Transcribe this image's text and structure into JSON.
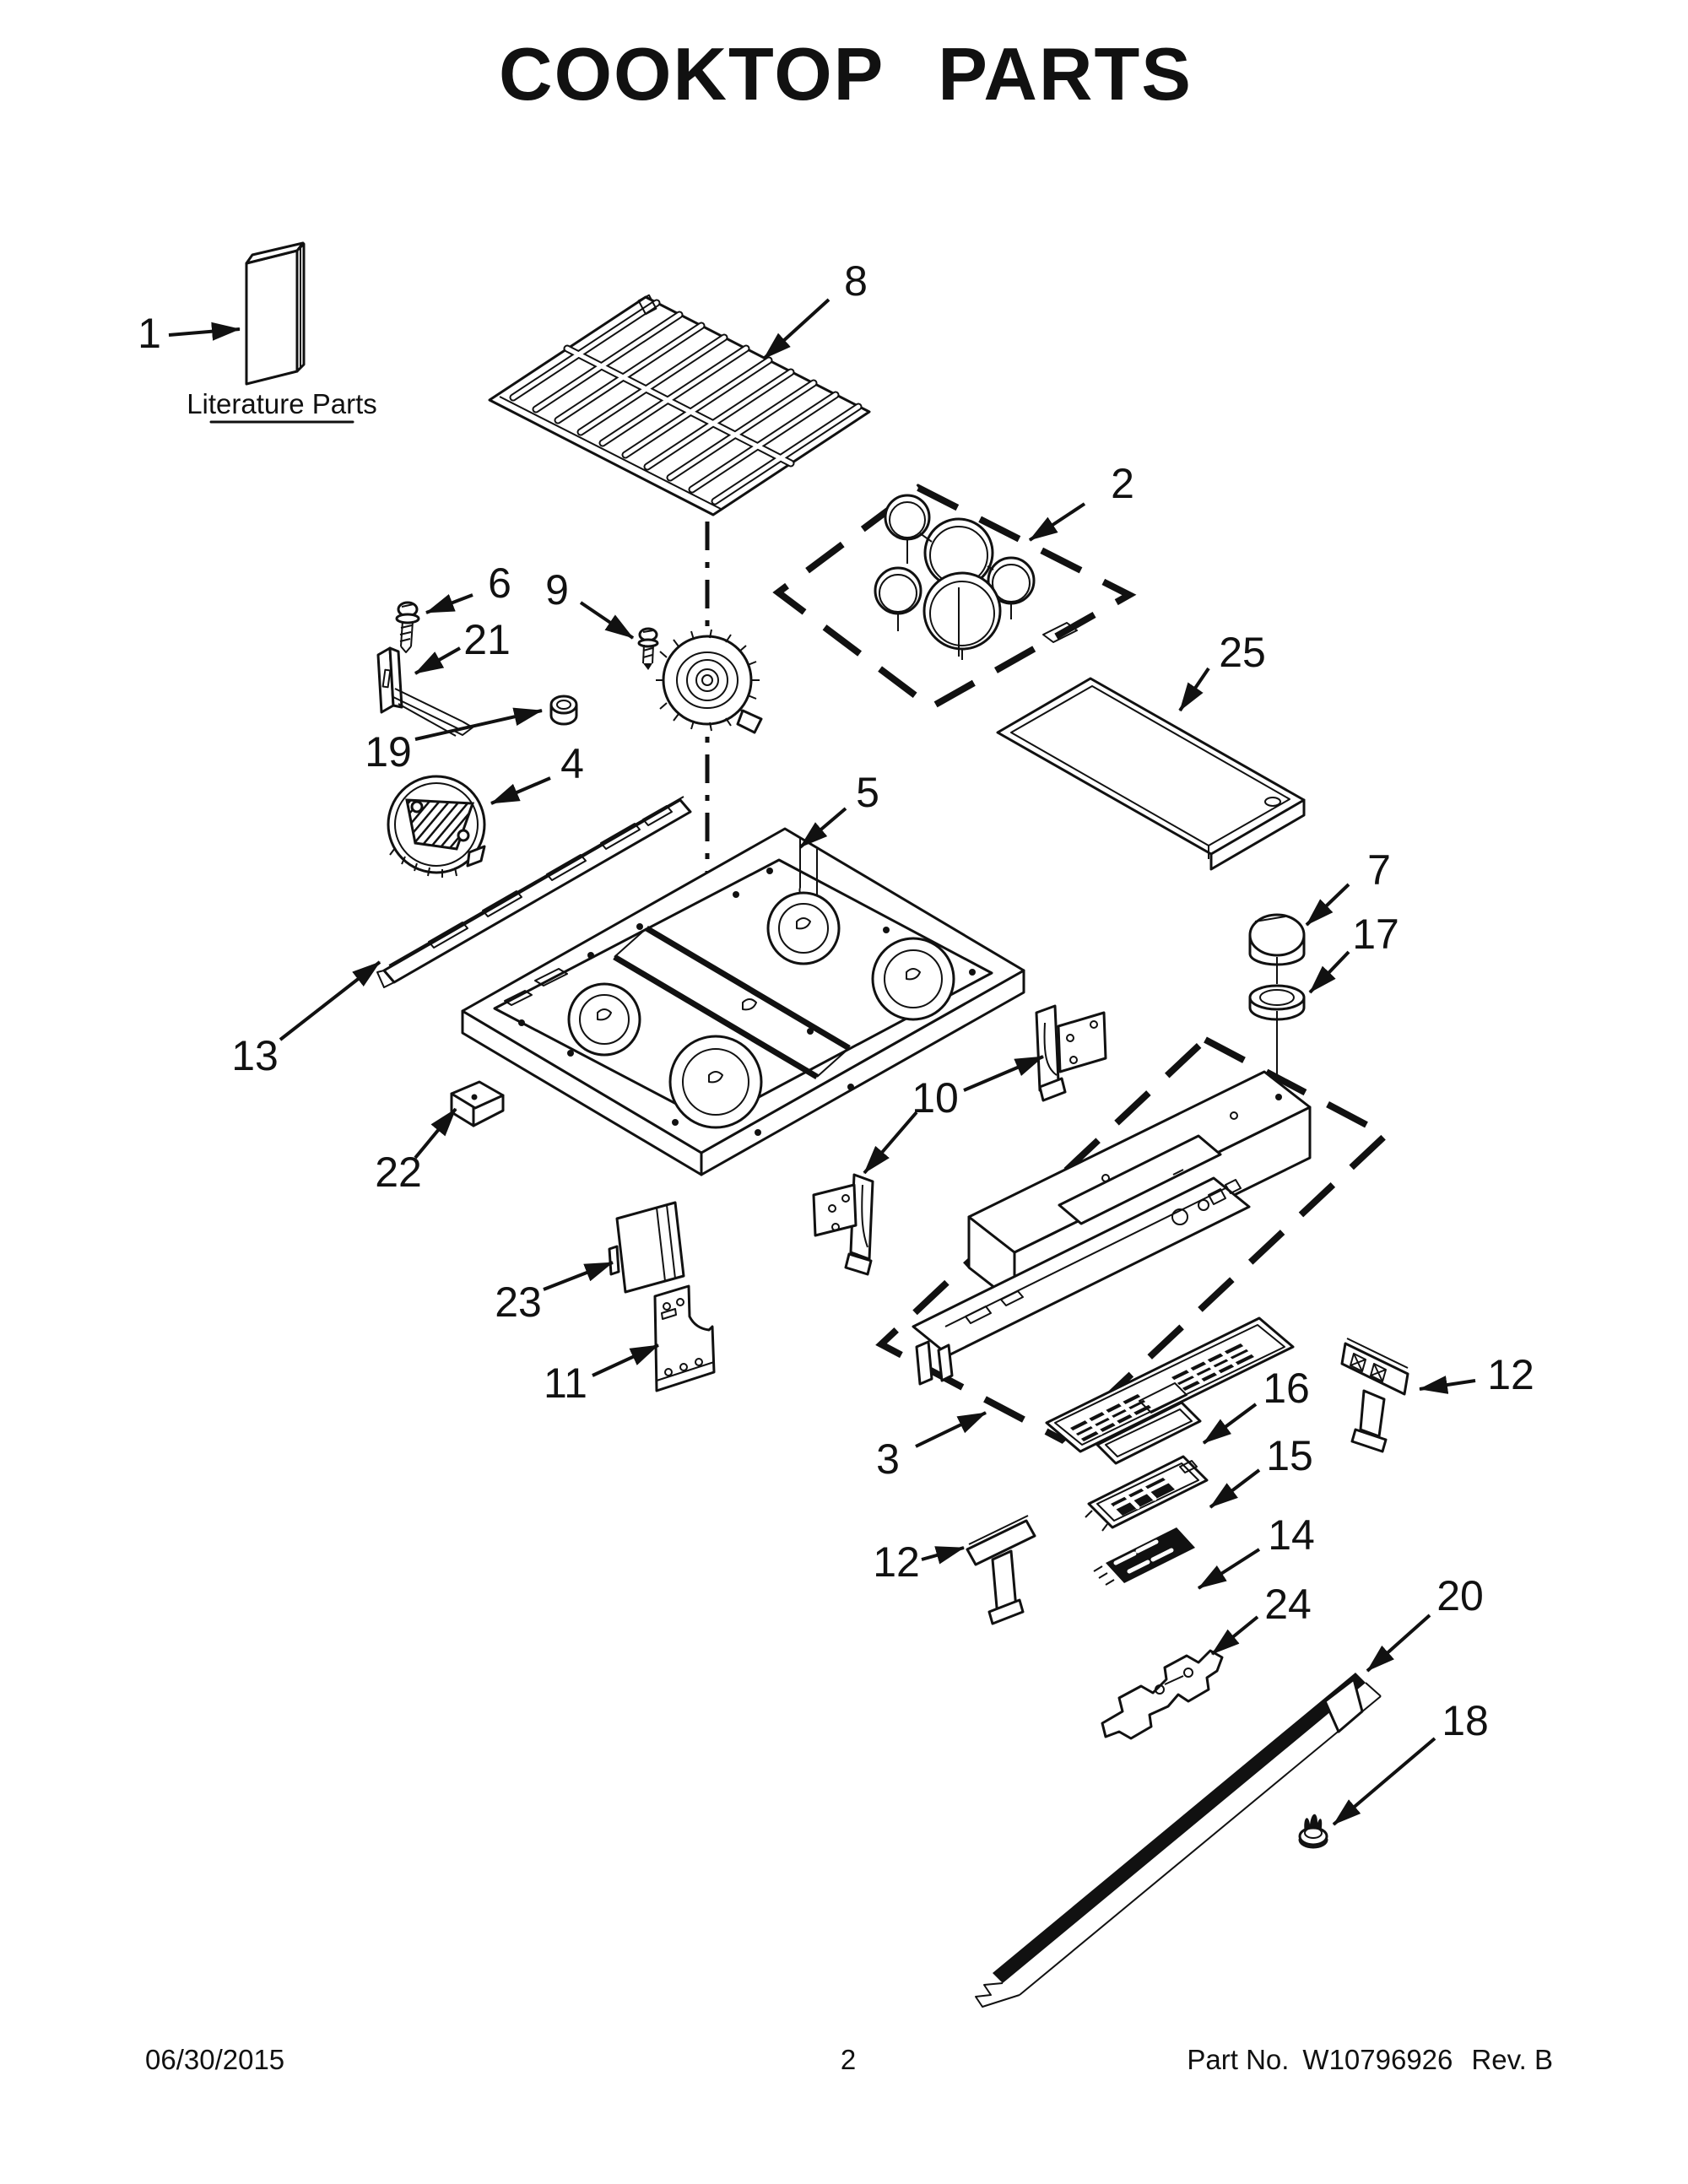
{
  "title": "COOKTOP PARTS",
  "literature_caption": "Literature Parts",
  "labels": {
    "p1": "1",
    "p2": "2",
    "p3": "3",
    "p4": "4",
    "p5": "5",
    "p6": "6",
    "p7": "7",
    "p8": "8",
    "p9": "9",
    "p10": "10",
    "p11": "11",
    "p12": "12",
    "p13": "13",
    "p14": "14",
    "p15": "15",
    "p16": "16",
    "p17": "17",
    "p18": "18",
    "p19": "19",
    "p20": "20",
    "p21": "21",
    "p22": "22",
    "p23": "23",
    "p24": "24",
    "p25": "25"
  },
  "footer": {
    "date": "06/30/2015",
    "page": "2",
    "part_label": "Part No.",
    "part_number": "W10796926",
    "revision": "Rev.  B"
  },
  "colors": {
    "ink": "#111111",
    "paper": "#ffffff"
  }
}
